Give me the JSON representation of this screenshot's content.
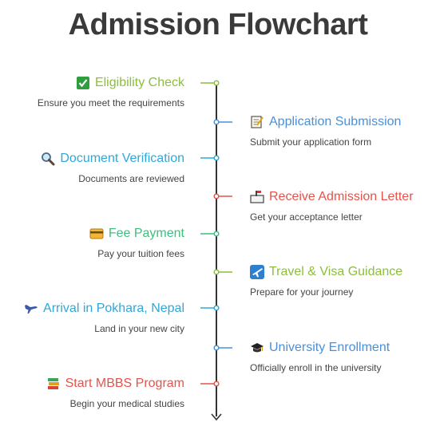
{
  "title": "Admission Flowchart",
  "steps": [
    {
      "title": "Eligibility Check",
      "desc": "Ensure you meet the requirements",
      "color": "#8cbe3c",
      "icon": "check-box-icon"
    },
    {
      "title": "Application Submission",
      "desc": "Submit your application form",
      "color": "#4a90d9",
      "icon": "memo-icon"
    },
    {
      "title": "Document Verification",
      "desc": "Documents are reviewed",
      "color": "#2fa8d8",
      "icon": "magnifier-icon"
    },
    {
      "title": "Receive Admission Letter",
      "desc": "Get your acceptance letter",
      "color": "#e5534b",
      "icon": "mailbox-icon"
    },
    {
      "title": "Fee Payment",
      "desc": "Pay your tuition fees",
      "color": "#3fbf7f",
      "icon": "credit-card-icon"
    },
    {
      "title": "Travel & Visa Guidance",
      "desc": "Prepare for your journey",
      "color": "#8cbe3c",
      "icon": "airplane-icon"
    },
    {
      "title": "Arrival in Pokhara, Nepal",
      "desc": "Land in your new city",
      "color": "#2fa8d8",
      "icon": "airplane-arrival-icon"
    },
    {
      "title": "University Enrollment",
      "desc": "Officially enroll in the university",
      "color": "#4a90d9",
      "icon": "graduation-cap-icon"
    },
    {
      "title": "Start MBBS Program",
      "desc": "Begin your medical studies",
      "color": "#e5534b",
      "icon": "books-icon"
    }
  ]
}
